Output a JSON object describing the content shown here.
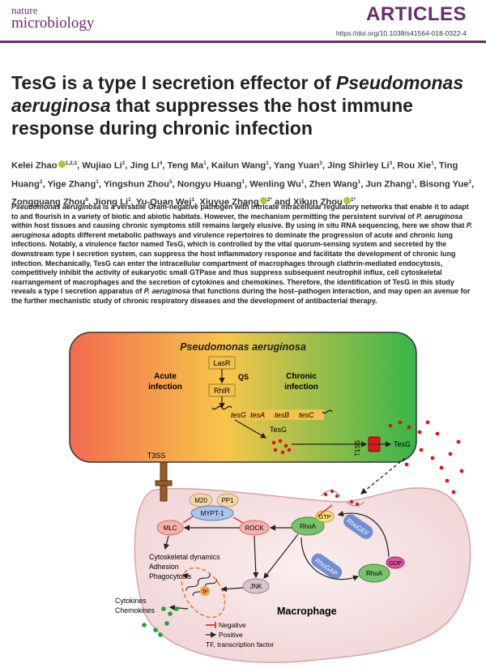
{
  "journal": {
    "line1": "nature",
    "line2": "microbiology"
  },
  "article_type": "ARTICLES",
  "doi": "https://doi.org/10.1038/s41564-018-0322-4",
  "title": {
    "part1": "TesG is a type I secretion effector of ",
    "italic": "Pseudomonas aeruginosa",
    "part2": " that suppresses the host immune response during chronic infection"
  },
  "authors": [
    {
      "name": "Kelei Zhao",
      "sup": "1,2,3",
      "orcid": true
    },
    {
      "name": "Wujiao Li",
      "sup": "2"
    },
    {
      "name": "Jing Li",
      "sup": "4"
    },
    {
      "name": "Teng Ma",
      "sup": "1"
    },
    {
      "name": "Kailun Wang",
      "sup": "1"
    },
    {
      "name": "Yang Yuan",
      "sup": "3"
    },
    {
      "name": "Jing Shirley Li",
      "sup": "3"
    },
    {
      "name": "Rou Xie",
      "sup": "1"
    },
    {
      "name": "Ting Huang",
      "sup": "2"
    },
    {
      "name": "Yige Zhang",
      "sup": "1"
    },
    {
      "name": "Yingshun Zhou",
      "sup": "5"
    },
    {
      "name": "Nongyu Huang",
      "sup": "1"
    },
    {
      "name": "Wenling Wu",
      "sup": "1"
    },
    {
      "name": "Zhen Wang",
      "sup": "1"
    },
    {
      "name": "Jun Zhang",
      "sup": "1"
    },
    {
      "name": "Bisong Yue",
      "sup": "2"
    },
    {
      "name": "Zongguang Zhou",
      "sup": "6"
    },
    {
      "name": "Jiong Li",
      "sup": "1"
    },
    {
      "name": "Yu-Quan Wei",
      "sup": "1"
    },
    {
      "name": "Xiuyue Zhang",
      "sup": "2*",
      "orcid": true
    },
    {
      "name": "Xikun Zhou",
      "sup": "1*",
      "orcid": true,
      "prefix": "and "
    }
  ],
  "abstract": [
    {
      "t": "Pseudomonas aeruginosa",
      "i": true
    },
    {
      "t": " is a versatile Gram-negative pathogen with intricate intracellular regulatory networks that enable it to adapt to and flourish in a variety of biotic and abiotic habitats. However, the mechanism permitting the persistent survival of "
    },
    {
      "t": "P. aeruginosa",
      "i": true
    },
    {
      "t": " within host tissues and causing chronic symptoms still remains largely elusive. By using in situ RNA sequencing, here we show that "
    },
    {
      "t": "P. aeruginosa",
      "i": true
    },
    {
      "t": " adopts different metabolic pathways and virulence repertoires to dominate the progression of acute and chronic lung infections. Notably, a virulence factor named TesG, which is controlled by the vital quorum-sensing system and secreted by the downstream type I secretion system, can suppress the host inflammatory response and facilitate the development of chronic lung infection. Mechanically, TesG can enter the intracellular compartment of macrophages through clathrin-mediated endocytosis, competitively inhibit the activity of eukaryotic small GTPase and thus suppress subsequent neutrophil influx, cell cytoskeletal rearrangement of macrophages and the secretion of cytokines and chemokines. Therefore, the identification of TesG in this study reveals a type I secretion apparatus of "
    },
    {
      "t": "P. aeruginosa",
      "i": true
    },
    {
      "t": " that functions during the host–pathogen interaction, and may open an avenue for the further mechanistic study of chronic respiratory diseases and the development of antibacterial therapy."
    }
  ],
  "figure": {
    "organism": "Pseudomonas aeruginosa",
    "acute_1": "Acute",
    "acute_2": "infection",
    "chronic_1": "Chronic",
    "chronic_2": "infection",
    "lasr": "LasR",
    "qs": "QS",
    "rhlr": "RhlR",
    "genes": [
      "tesG",
      "tesA",
      "tesB",
      "tesC"
    ],
    "tesg_inside": "TesG",
    "t1ss": "T1SS",
    "tesg_outside": "TesG",
    "t3ss": "T3SS",
    "m20": "M20",
    "pp1": "PP1",
    "mypt1": "MYPT-1",
    "mlc": "MLC",
    "rock": "ROCK",
    "jnk": "JNK",
    "gtp": "GTP",
    "rhoa": "RhoA",
    "rhogef": "RhoGEF",
    "rhogap": "RhoGAP",
    "rhoa2": "RhoA",
    "gdp": "GDP",
    "effects": [
      "Cytoskeletal dynamics",
      "Adhesion",
      "Phagocytosis"
    ],
    "cyto": [
      "Cytokines",
      "Chemokines"
    ],
    "tf": "TF",
    "macrophage": "Macrophage",
    "legend": {
      "negative": "Negative",
      "positive": "Positive",
      "tf_note": "TF, transcription factor"
    },
    "colors": {
      "acute": "#f26a4f",
      "chronic": "#37b54a",
      "bead": "#d7191c",
      "rhoa": "#7ac26b",
      "box": "#f2c14e",
      "journal": "#6a2b6d"
    }
  }
}
